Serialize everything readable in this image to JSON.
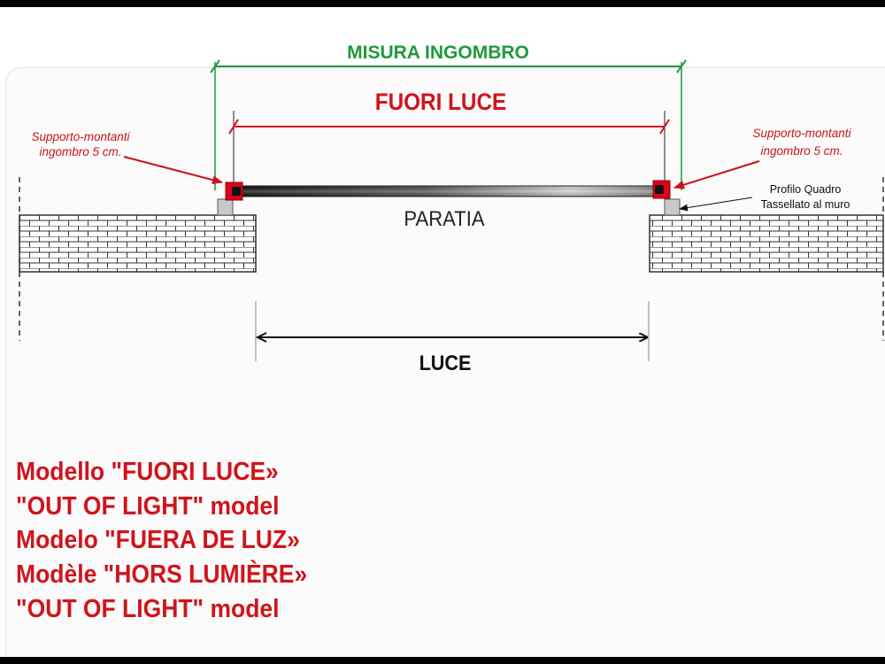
{
  "diagram": {
    "dimensions": {
      "overall": "MISURA INGOMBRO",
      "outside_opening": "FUORI LUCE",
      "opening": "LUCE"
    },
    "panel_label": "PARATIA",
    "callouts": {
      "left_support": [
        "Supporto-montanti",
        "ingombro 5 cm."
      ],
      "right_support": [
        "Supporto-montanti",
        "ingombro 5 cm."
      ],
      "profile": [
        "Profilo Quadro",
        "Tassellato al muro"
      ]
    },
    "colors": {
      "overall_dimension": "#1f9a3c",
      "outside_opening_dimension": "#d0141b",
      "callout_text": "#c8141b",
      "support_block": "#e0001a",
      "caption": "#d0141b"
    }
  },
  "caption_lines": [
    "Modello \"FUORI LUCE»",
    "\"OUT OF LIGHT\" model",
    "Modelo \"FUERA DE LUZ»",
    "Modèle \"HORS LUMIÈRE»",
    "\"OUT OF LIGHT\" model"
  ]
}
